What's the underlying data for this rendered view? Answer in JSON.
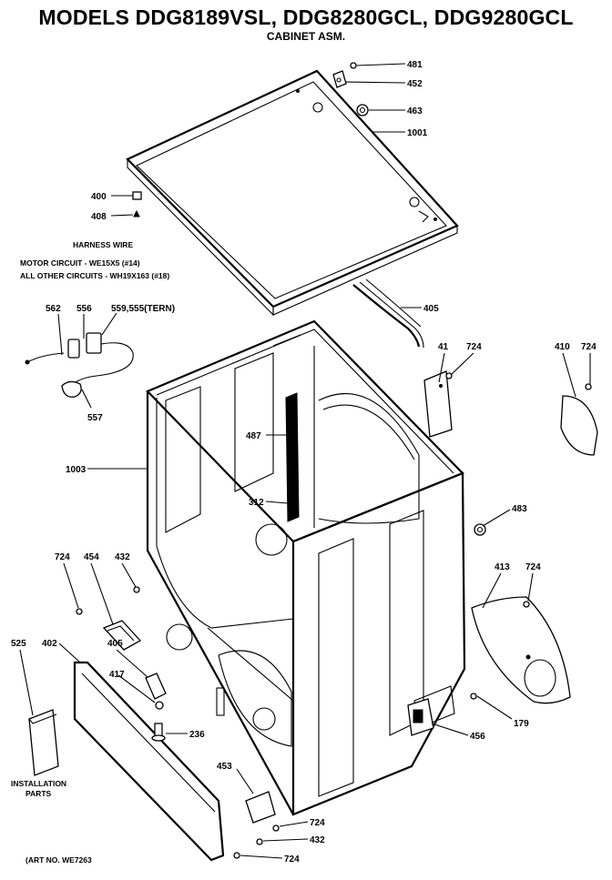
{
  "header": {
    "title": "MODELS DDG8189VSL, DDG8280GCL, DDG9280GCL",
    "subtitle": "CABINET ASM."
  },
  "notes": {
    "harness_heading": "HARNESS WIRE",
    "motor_circuit": "MOTOR CIRCUIT - WE15X5 (#14)",
    "other_circuits": "ALL OTHER CIRCUITS - WH19X163 (#18)",
    "installation_line1": "INSTALLATION",
    "installation_line2": "PARTS",
    "art_no": "(ART NO. WE7263"
  },
  "callouts": {
    "c481": "481",
    "c452": "452",
    "c463": "463",
    "c1001": "1001",
    "c400": "400",
    "c408": "408",
    "c562": "562",
    "c556": "556",
    "c559": "559,555(TERN)",
    "c557": "557",
    "c405top": "405",
    "c41": "41",
    "c724a": "724",
    "c410": "410",
    "c724b": "724",
    "c487": "487",
    "c1003": "1003",
    "c312": "312",
    "c483": "483",
    "c724c": "724",
    "c454": "454",
    "c432a": "432",
    "c413": "413",
    "c724d": "724",
    "c525": "525",
    "c402": "402",
    "c405": "405",
    "c417": "417",
    "c236": "236",
    "c179": "179",
    "c456": "456",
    "c453": "453",
    "c724e": "724",
    "c432b": "432",
    "c724f": "724"
  }
}
